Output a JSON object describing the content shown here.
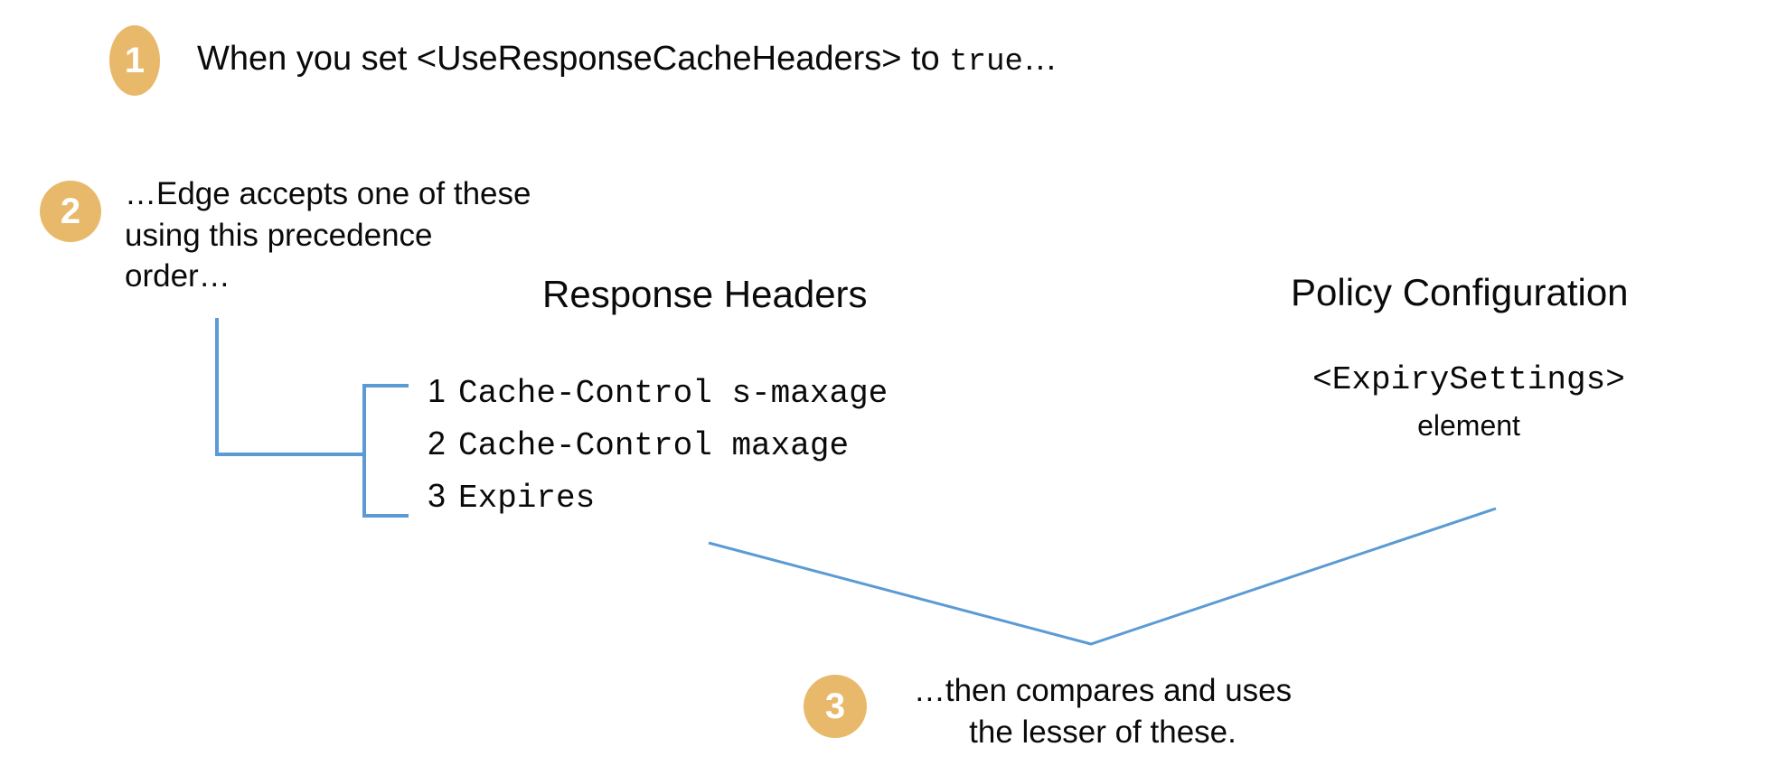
{
  "theme": {
    "background": "#ffffff",
    "badge_fill": "#e9b96b",
    "badge_text": "#ffffff",
    "connector_line": "#5b9bd5",
    "body_text": "#0a0a0a"
  },
  "steps": [
    {
      "number": "1",
      "text_before": "When you set <UseResponseCacheHeaders> to ",
      "text_mono": "true",
      "text_after": "…"
    },
    {
      "number": "2",
      "text": "…Edge accepts one of these\nusing this precedence\norder…"
    },
    {
      "number": "3",
      "text": "…then compares and uses\nthe lesser of these."
    }
  ],
  "columns": {
    "response_headers": {
      "heading": "Response Headers",
      "items": [
        {
          "num": "1",
          "label": "Cache-Control s-maxage"
        },
        {
          "num": "2",
          "label": "Cache-Control maxage"
        },
        {
          "num": "3",
          "label": "Expires"
        }
      ]
    },
    "policy_configuration": {
      "heading": "Policy Configuration",
      "element_tag": "<ExpirySettings>",
      "element_word": "element"
    }
  }
}
